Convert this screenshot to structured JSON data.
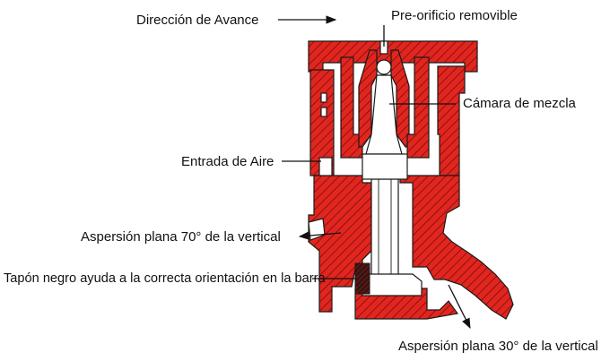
{
  "labels": {
    "direction": "Dirección de Avance",
    "pre_orifice": "Pre-orificio removible",
    "mixing_chamber": "Cámara de mezcla",
    "air_inlet": "Entrada de Aire",
    "flat_70": "Aspersión plana 70° de la vertical",
    "black_cap": "Tapón negro ayuda a la correcta orientación en la barra",
    "flat_30": "Aspersión plana 30° de la vertical"
  },
  "colors": {
    "body_red": "#e1261f",
    "hatch_dark": "#7a0c0a",
    "outline": "#1a1a1a",
    "cap_black": "#3a1210"
  },
  "icons": {
    "pointer_arrow": "arrow-icon",
    "black_cap": "black-cap-icon"
  }
}
